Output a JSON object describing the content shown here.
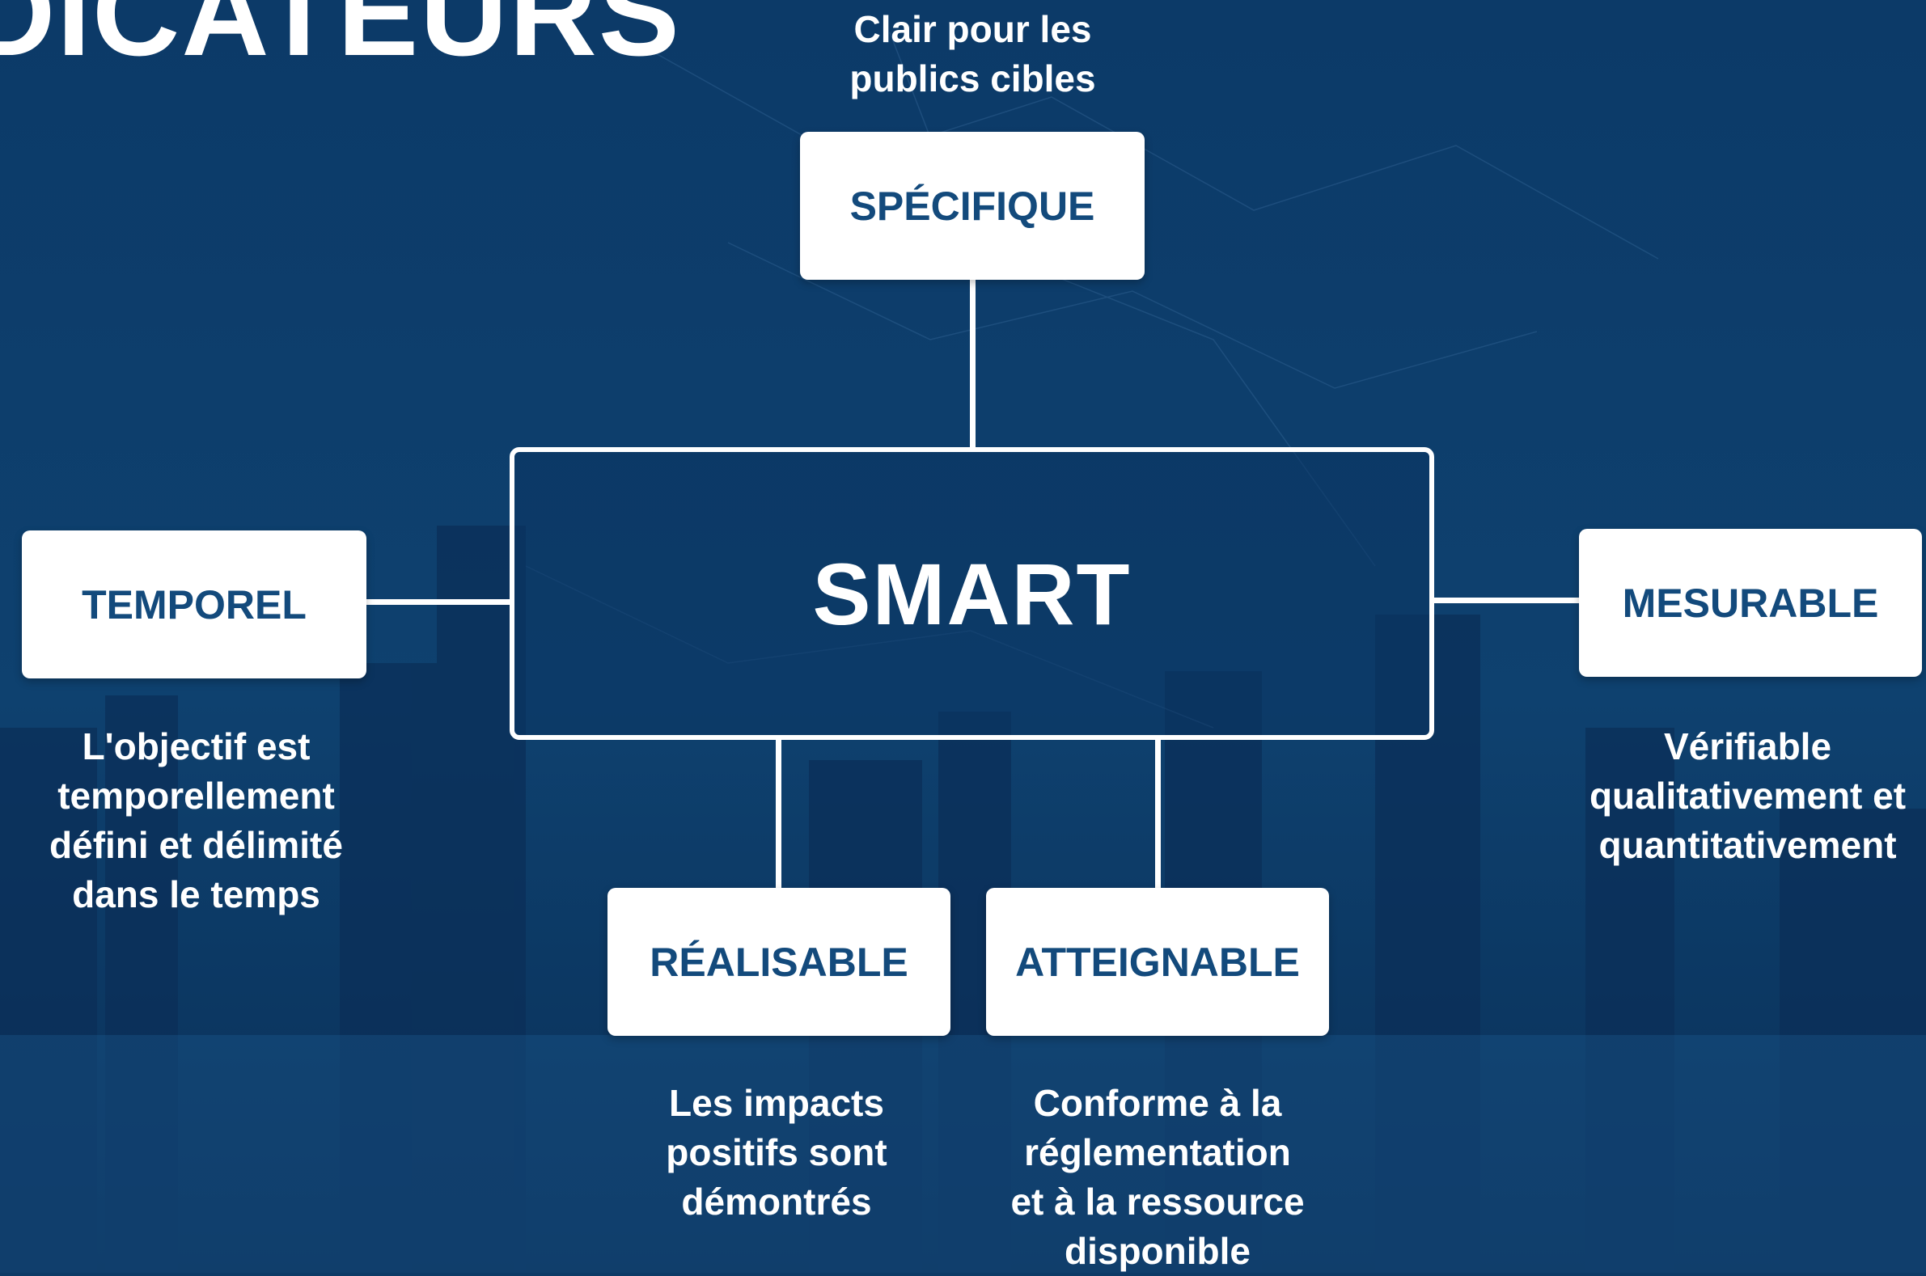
{
  "title": "DICATEURS",
  "center": {
    "label": "SMART"
  },
  "nodes": {
    "specifique": {
      "label": "SPÉCIFIQUE",
      "description": [
        "Clair pour les",
        "publics cibles"
      ]
    },
    "mesurable": {
      "label": "MESURABLE",
      "description": [
        "Vérifiable",
        "qualitativement et",
        "quantitativement"
      ]
    },
    "atteignable": {
      "label": "ATTEIGNABLE",
      "description": [
        "Conforme à la",
        "réglementation",
        "et à la ressource",
        "disponible"
      ]
    },
    "realisable": {
      "label": "RÉALISABLE",
      "description": [
        "Les impacts",
        "positifs sont",
        "démontrés"
      ]
    },
    "temporel": {
      "label": "TEMPOREL",
      "description": [
        "L'objectif est",
        "temporellement",
        "défini et délimité",
        "dans le temps"
      ]
    }
  },
  "colors": {
    "background": "#0d3a66",
    "box_fill": "#ffffff",
    "box_text": "#134a7c",
    "text": "#ffffff"
  }
}
